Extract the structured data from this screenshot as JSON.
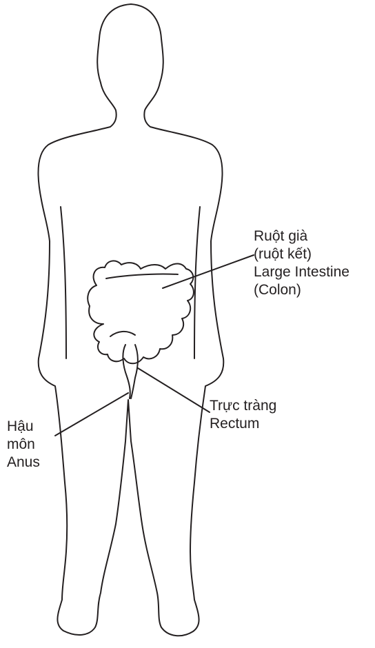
{
  "labels": {
    "large_intestine": [
      "Ruột già",
      "(ruột kết)",
      "Large Intestine",
      "(Colon)"
    ],
    "rectum": [
      "Trực tràng",
      "Rectum"
    ],
    "anus": [
      "Hậu",
      "môn",
      "Anus"
    ]
  },
  "colors": {
    "line": "#231f20",
    "background": "#ffffff"
  },
  "icons": [
    "human-body-outline",
    "colon-illustration"
  ]
}
